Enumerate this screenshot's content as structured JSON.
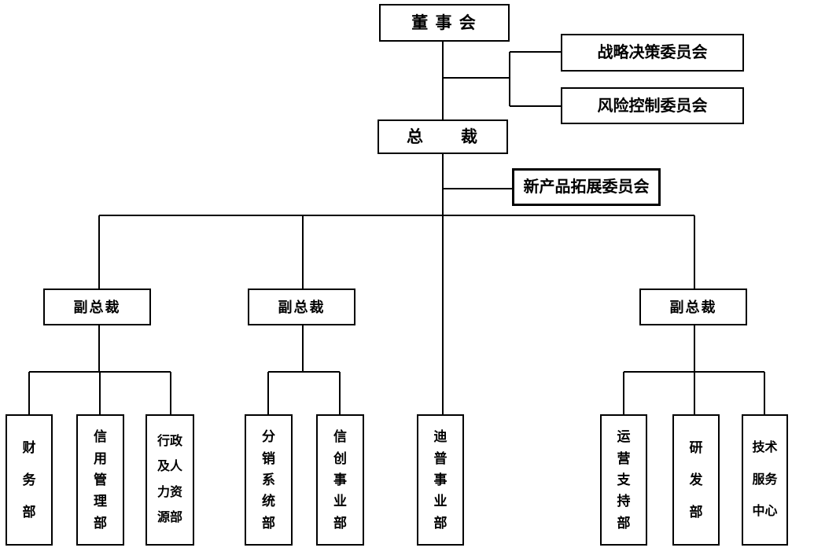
{
  "org": {
    "board": {
      "label": "董 事 会"
    },
    "strategy_committee": {
      "label": "战略决策委员会"
    },
    "risk_committee": {
      "label": "风险控制委员会"
    },
    "president": {
      "label": "总　　裁"
    },
    "new_product_committee": {
      "label": "新产品拓展委员会"
    },
    "vp1": {
      "label": "副总裁"
    },
    "vp2": {
      "label": "副总裁"
    },
    "vp3": {
      "label": "副总裁"
    },
    "departments": {
      "finance": {
        "name": "财务部",
        "lines": [
          "财",
          "务",
          "部"
        ]
      },
      "credit": {
        "name": "信用管理部",
        "lines": [
          "信",
          "用",
          "管",
          "理",
          "部"
        ]
      },
      "admin_hr": {
        "name": "行政及人力资源部",
        "lines": [
          "行政",
          "及人",
          "力资",
          "源部"
        ]
      },
      "distribution": {
        "name": "分销系统部",
        "lines": [
          "分",
          "销",
          "系",
          "统",
          "部"
        ]
      },
      "xinchuang": {
        "name": "信创事业部",
        "lines": [
          "信",
          "创",
          "事",
          "业",
          "部"
        ]
      },
      "dipu": {
        "name": "迪普事业部",
        "lines": [
          "迪",
          "普",
          "事",
          "业",
          "部"
        ]
      },
      "operations": {
        "name": "运营支持部",
        "lines": [
          "运",
          "营",
          "支",
          "持",
          "部"
        ]
      },
      "rnd": {
        "name": "研发部",
        "lines": [
          "研",
          "发",
          "部"
        ]
      },
      "tech_center": {
        "name": "技术服务中心",
        "lines": [
          "技术",
          "服务",
          "中心"
        ]
      }
    }
  },
  "colors": {
    "line": "#000000",
    "background": "#ffffff",
    "text": "#000000"
  }
}
